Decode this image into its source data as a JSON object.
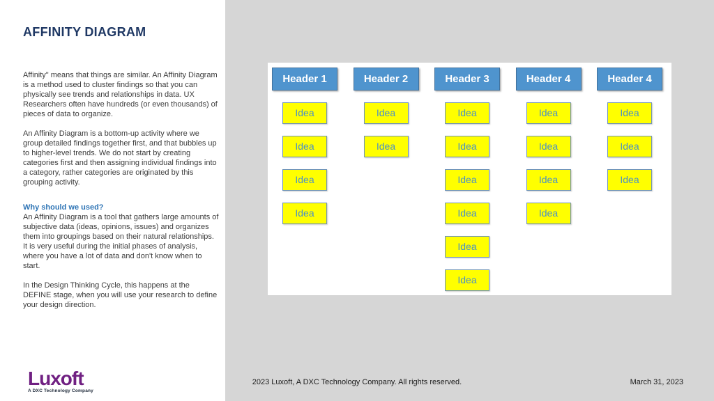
{
  "slide": {
    "title": "AFFINITY DIAGRAM",
    "paragraphs": [
      "Affinity\" means that things are similar. An Affinity Diagram is a method used to cluster findings so that you can physically see trends and relationships in data. UX Researchers often have hundreds (or even thousands) of pieces of data to organize.",
      "An Affinity Diagram is a bottom-up activity where we group detailed findings together first, and that bubbles up to higher-level trends. We do not start by creating categories first and then assigning individual findings into a category, rather categories are originated by this grouping activity."
    ],
    "section_heading": "Why should we used?",
    "paragraphs2": [
      "An Affinity Diagram is a tool that gathers large amounts of subjective data (ideas, opinions, issues) and organizes them into groupings based on their natural relationships. It is very useful during the initial phases of analysis, where you have a lot of data and don't know when to start.",
      "In the Design Thinking Cycle, this happens at the DEFINE stage, when you will use your research to define your design direction."
    ]
  },
  "diagram": {
    "idea_label": "Idea",
    "columns": [
      {
        "header": "Header 1",
        "idea_count": 4
      },
      {
        "header": "Header 2",
        "idea_count": 2
      },
      {
        "header": "Header 3",
        "idea_count": 6
      },
      {
        "header": "Header 4",
        "idea_count": 4
      },
      {
        "header": "Header 4",
        "idea_count": 3
      }
    ]
  },
  "logo": {
    "name": "Luxoft",
    "tagline": "A DXC Technology Company"
  },
  "footer": {
    "copyright": "2023 Luxoft, A DXC Technology Company. All rights reserved.",
    "date": "March 31, 2023"
  },
  "colors": {
    "title_navy": "#1f3864",
    "accent_blue": "#2e74b5",
    "header_fill": "#4f94ce",
    "header_border": "#41719c",
    "idea_fill": "#ffff00",
    "idea_border": "#6e93b8",
    "idea_text": "#4a90c8",
    "logo_purple": "#702082",
    "canvas_gray": "#d6d6d6"
  }
}
